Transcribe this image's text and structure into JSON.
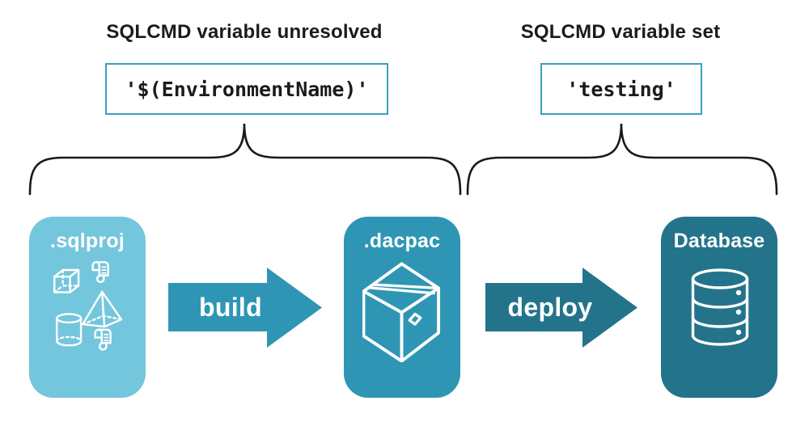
{
  "annotations": {
    "left": {
      "title": "SQLCMD variable unresolved",
      "code": "'$(EnvironmentName)'"
    },
    "right": {
      "title": "SQLCMD variable set",
      "code": "'testing'"
    }
  },
  "pipeline": {
    "stages": [
      {
        "label": ".sqlproj",
        "icon": "sql-project-objects-icon",
        "color": "#74c6dd"
      },
      {
        "label": ".dacpac",
        "icon": "package-icon",
        "color": "#2e96b4"
      },
      {
        "label": "Database",
        "icon": "database-icon",
        "color": "#23748a"
      }
    ],
    "arrows": [
      {
        "label": "build",
        "color": "#2e96b4"
      },
      {
        "label": "deploy",
        "color": "#23748a"
      }
    ]
  },
  "colors": {
    "background": "#ffffff",
    "text": "#1b1b1b",
    "code_box_border": "#3a9fc0",
    "brace_stroke": "#1a1a1a",
    "stage_sqlproj": "#74c6dd",
    "stage_dacpac": "#2e96b4",
    "stage_database": "#23748a",
    "icon_stroke": "#ffffff"
  }
}
